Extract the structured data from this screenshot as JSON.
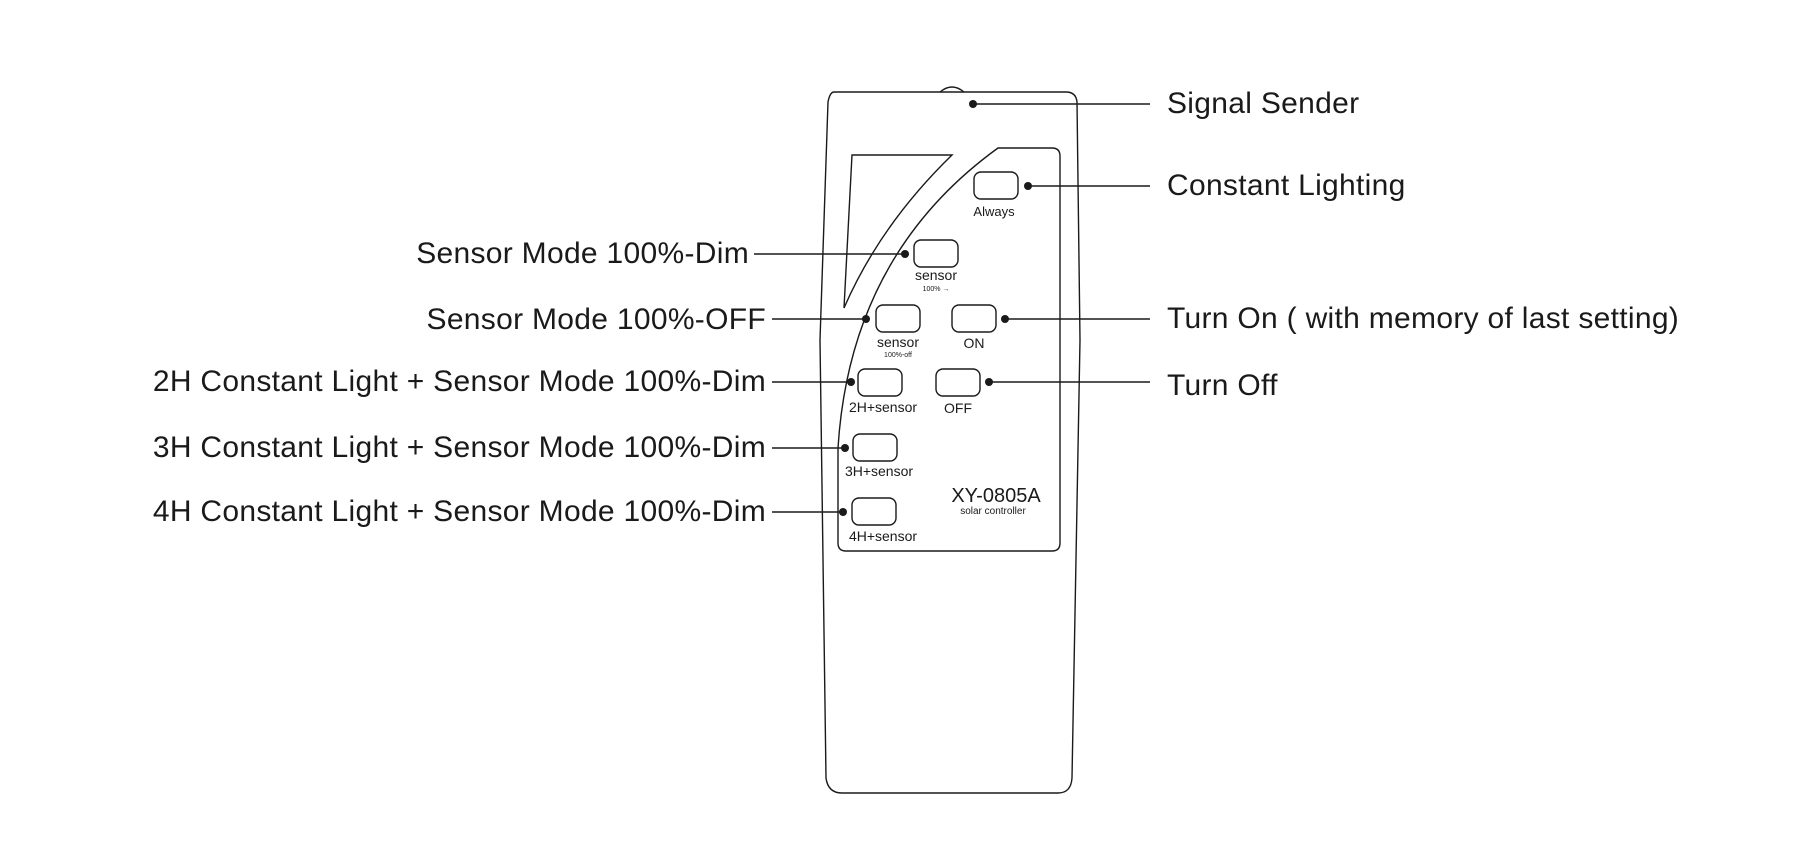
{
  "remote": {
    "model": "XY-0805A",
    "subtitle": "solar controller",
    "buttons": {
      "always": "Always",
      "sensor_dim": "sensor",
      "sensor_dim_sub": "100% →",
      "sensor_off": "sensor",
      "sensor_off_sub": "100%-off",
      "on": "ON",
      "off": "OFF",
      "h2_sensor": "2H+sensor",
      "h3_sensor": "3H+sensor",
      "h4_sensor": "4H+sensor"
    }
  },
  "callouts": {
    "signal_sender": "Signal Sender",
    "constant_lighting": "Constant Lighting",
    "sensor_mode_dim": "Sensor Mode 100%-Dim",
    "sensor_mode_off": "Sensor Mode 100%-OFF",
    "turn_on": "Turn On ( with memory of last setting)",
    "h2_constant_sensor": "2H Constant Light + Sensor Mode 100%-Dim",
    "turn_off": "Turn Off",
    "h3_constant_sensor": "3H Constant Light + Sensor Mode 100%-Dim",
    "h4_constant_sensor": "4H Constant Light + Sensor Mode 100%-Dim"
  },
  "colors": {
    "line": "#1a1a1a",
    "background": "#ffffff"
  }
}
